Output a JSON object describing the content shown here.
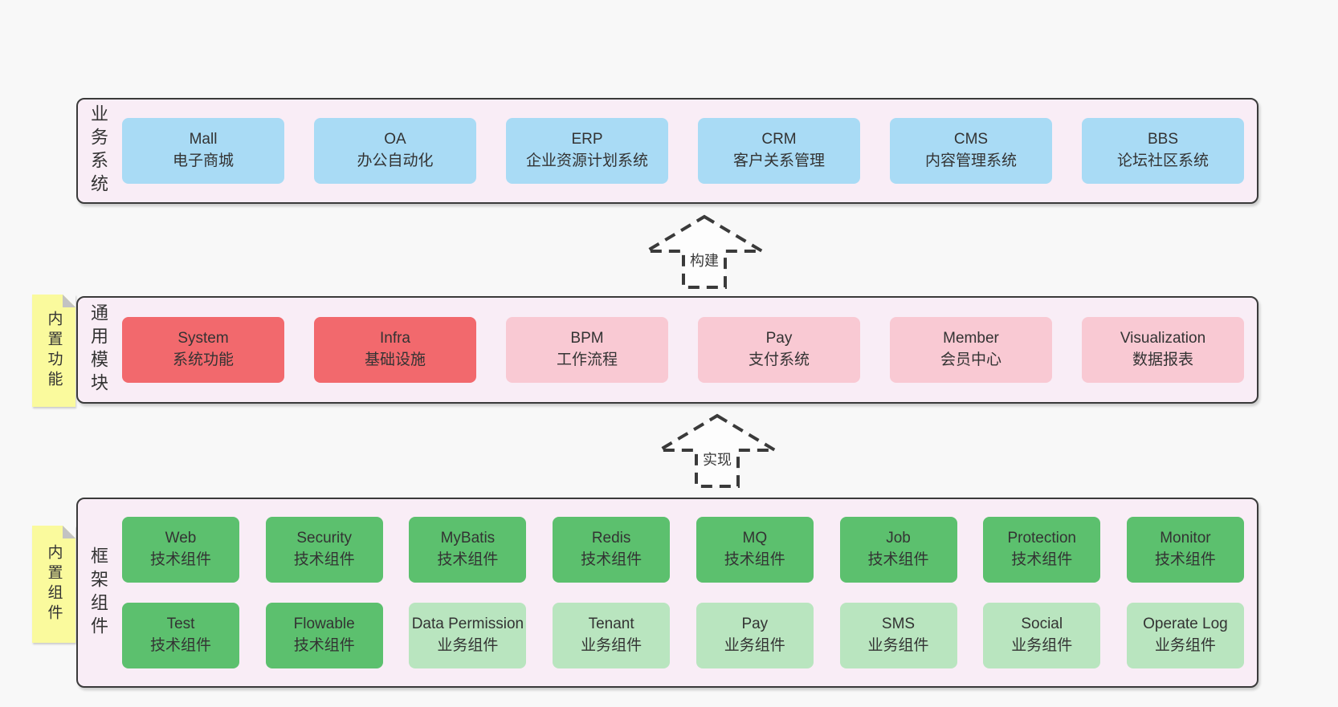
{
  "colors": {
    "page_background": "#f8f8f8",
    "section_background": "#f9edf6",
    "section_border": "#3a3a3a",
    "blue_box": "#a9dbf5",
    "red_box": "#f2696d",
    "pink_box": "#f9c9d3",
    "green_dark_box": "#5cc06e",
    "green_light_box": "#b9e5bf",
    "sticky_yellow": "#fafa9d",
    "sticky_fold": "#c3c3c3",
    "text": "#333333"
  },
  "sections": [
    {
      "label": "业务系统",
      "boxes": [
        {
          "title": "Mall",
          "subtitle": "电子商城",
          "variant": "blue"
        },
        {
          "title": "OA",
          "subtitle": "办公自动化",
          "variant": "blue"
        },
        {
          "title": "ERP",
          "subtitle": "企业资源计划系统",
          "variant": "blue"
        },
        {
          "title": "CRM",
          "subtitle": "客户关系管理",
          "variant": "blue"
        },
        {
          "title": "CMS",
          "subtitle": "内容管理系统",
          "variant": "blue"
        },
        {
          "title": "BBS",
          "subtitle": "论坛社区系统",
          "variant": "blue"
        }
      ]
    },
    {
      "label": "通用模块",
      "sticky": "内置功能",
      "boxes": [
        {
          "title": "System",
          "subtitle": "系统功能",
          "variant": "red"
        },
        {
          "title": "Infra",
          "subtitle": "基础设施",
          "variant": "red"
        },
        {
          "title": "BPM",
          "subtitle": "工作流程",
          "variant": "pink"
        },
        {
          "title": "Pay",
          "subtitle": "支付系统",
          "variant": "pink"
        },
        {
          "title": "Member",
          "subtitle": "会员中心",
          "variant": "pink"
        },
        {
          "title": "Visualization",
          "subtitle": "数据报表",
          "variant": "pink"
        }
      ]
    },
    {
      "label": "框架组件",
      "sticky": "内置组件",
      "rows": [
        [
          {
            "title": "Web",
            "subtitle": "技术组件",
            "variant": "green-dark"
          },
          {
            "title": "Security",
            "subtitle": "技术组件",
            "variant": "green-dark"
          },
          {
            "title": "MyBatis",
            "subtitle": "技术组件",
            "variant": "green-dark"
          },
          {
            "title": "Redis",
            "subtitle": "技术组件",
            "variant": "green-dark"
          },
          {
            "title": "MQ",
            "subtitle": "技术组件",
            "variant": "green-dark"
          },
          {
            "title": "Job",
            "subtitle": "技术组件",
            "variant": "green-dark"
          },
          {
            "title": "Protection",
            "subtitle": "技术组件",
            "variant": "green-dark"
          },
          {
            "title": "Monitor",
            "subtitle": "技术组件",
            "variant": "green-dark"
          }
        ],
        [
          {
            "title": "Test",
            "subtitle": "技术组件",
            "variant": "green-dark"
          },
          {
            "title": "Flowable",
            "subtitle": "技术组件",
            "variant": "green-dark"
          },
          {
            "title": "Data Permission",
            "subtitle": "业务组件",
            "variant": "green-light"
          },
          {
            "title": "Tenant",
            "subtitle": "业务组件",
            "variant": "green-light"
          },
          {
            "title": "Pay",
            "subtitle": "业务组件",
            "variant": "green-light"
          },
          {
            "title": "SMS",
            "subtitle": "业务组件",
            "variant": "green-light"
          },
          {
            "title": "Social",
            "subtitle": "业务组件",
            "variant": "green-light"
          },
          {
            "title": "Operate Log",
            "subtitle": "业务组件",
            "variant": "green-light"
          }
        ]
      ]
    }
  ],
  "arrows": [
    {
      "label": "构建"
    },
    {
      "label": "实现"
    }
  ]
}
